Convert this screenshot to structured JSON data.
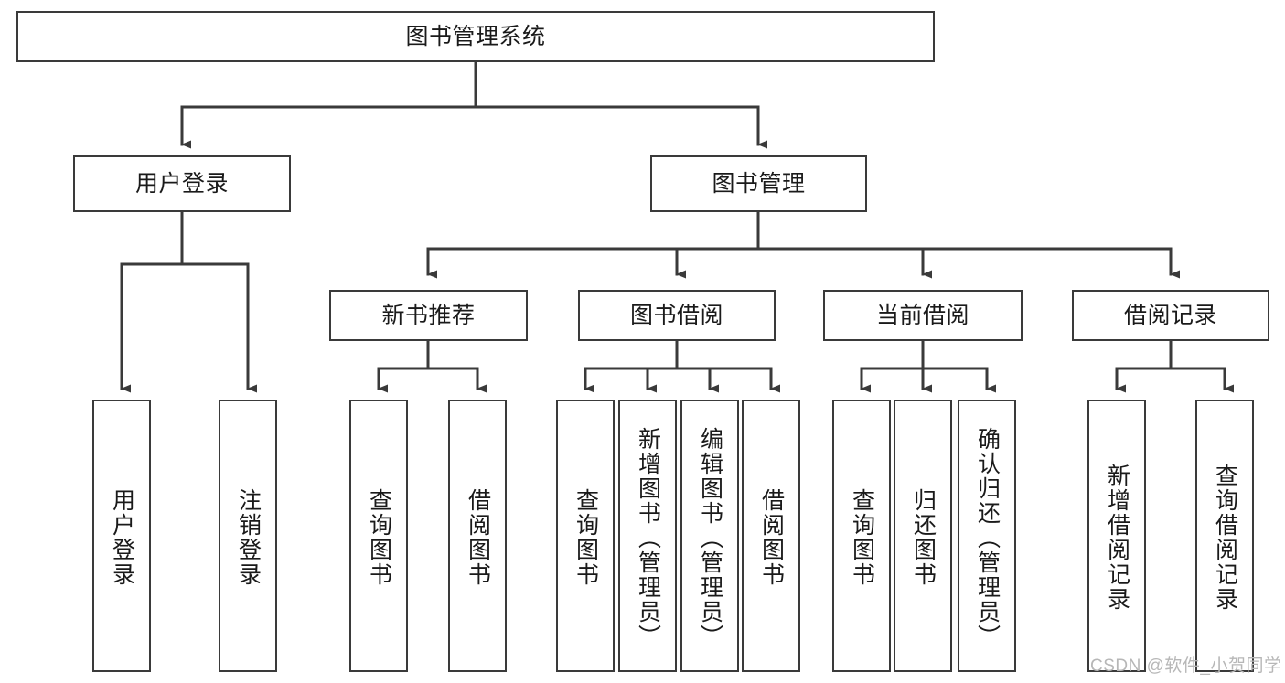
{
  "diagram": {
    "type": "tree",
    "title": "图书管理系统",
    "style": {
      "box_border_color": "#3a3a3a",
      "box_fill_color": "#ffffff",
      "edge_color": "#3a3a3a",
      "background": "#ffffff",
      "text_color": "#1a1a1a"
    },
    "nodes": {
      "root": {
        "label": "图书管理系统",
        "orientation": "horizontal",
        "level": 1
      },
      "n_user_login": {
        "label": "用户登录",
        "orientation": "horizontal",
        "level": 2
      },
      "n_book_manage": {
        "label": "图书管理",
        "orientation": "horizontal",
        "level": 2
      },
      "n_new_book_rec": {
        "label": "新书推荐",
        "orientation": "horizontal",
        "level": 3
      },
      "n_book_borrow": {
        "label": "图书借阅",
        "orientation": "horizontal",
        "level": 3
      },
      "n_current_borrow": {
        "label": "当前借阅",
        "orientation": "horizontal",
        "level": 3
      },
      "n_borrow_record": {
        "label": "借阅记录",
        "orientation": "horizontal",
        "level": 3
      },
      "l_user_login": {
        "label": "用户登录",
        "orientation": "vertical",
        "level": 4
      },
      "l_logout": {
        "label": "注销登录",
        "orientation": "vertical",
        "level": 4
      },
      "l_query_book_1": {
        "label": "查询图书",
        "orientation": "vertical",
        "level": 4
      },
      "l_borrow_book_1": {
        "label": "借阅图书",
        "orientation": "vertical",
        "level": 4
      },
      "l_query_book_2": {
        "label": "查询图书",
        "orientation": "vertical",
        "level": 4
      },
      "l_add_book": {
        "label": "新增图书（管理员）",
        "orientation": "vertical",
        "level": 4
      },
      "l_edit_book": {
        "label": "编辑图书（管理员）",
        "orientation": "vertical",
        "level": 4
      },
      "l_borrow_book_2": {
        "label": "借阅图书",
        "orientation": "vertical",
        "level": 4
      },
      "l_query_book_3": {
        "label": "查询图书",
        "orientation": "vertical",
        "level": 4
      },
      "l_return_book": {
        "label": "归还图书",
        "orientation": "vertical",
        "level": 4
      },
      "l_confirm_return": {
        "label": "确认归还（管理员）",
        "orientation": "vertical",
        "level": 4
      },
      "l_add_record": {
        "label": "新增借阅记录",
        "orientation": "vertical",
        "level": 4
      },
      "l_query_record": {
        "label": "查询借阅记录",
        "orientation": "vertical",
        "level": 4
      }
    },
    "edges": [
      {
        "from": "root",
        "to": "n_user_login"
      },
      {
        "from": "root",
        "to": "n_book_manage"
      },
      {
        "from": "n_user_login",
        "to": "l_user_login"
      },
      {
        "from": "n_user_login",
        "to": "l_logout"
      },
      {
        "from": "n_book_manage",
        "to": "n_new_book_rec"
      },
      {
        "from": "n_book_manage",
        "to": "n_book_borrow"
      },
      {
        "from": "n_book_manage",
        "to": "n_current_borrow"
      },
      {
        "from": "n_book_manage",
        "to": "n_borrow_record"
      },
      {
        "from": "n_new_book_rec",
        "to": "l_query_book_1"
      },
      {
        "from": "n_new_book_rec",
        "to": "l_borrow_book_1"
      },
      {
        "from": "n_book_borrow",
        "to": "l_query_book_2"
      },
      {
        "from": "n_book_borrow",
        "to": "l_add_book"
      },
      {
        "from": "n_book_borrow",
        "to": "l_edit_book"
      },
      {
        "from": "n_book_borrow",
        "to": "l_borrow_book_2"
      },
      {
        "from": "n_current_borrow",
        "to": "l_query_book_3"
      },
      {
        "from": "n_current_borrow",
        "to": "l_return_book"
      },
      {
        "from": "n_current_borrow",
        "to": "l_confirm_return"
      },
      {
        "from": "n_borrow_record",
        "to": "l_add_record"
      },
      {
        "from": "n_borrow_record",
        "to": "l_query_record"
      }
    ]
  },
  "watermark": {
    "text": "CSDN @软件_小贺同学"
  }
}
